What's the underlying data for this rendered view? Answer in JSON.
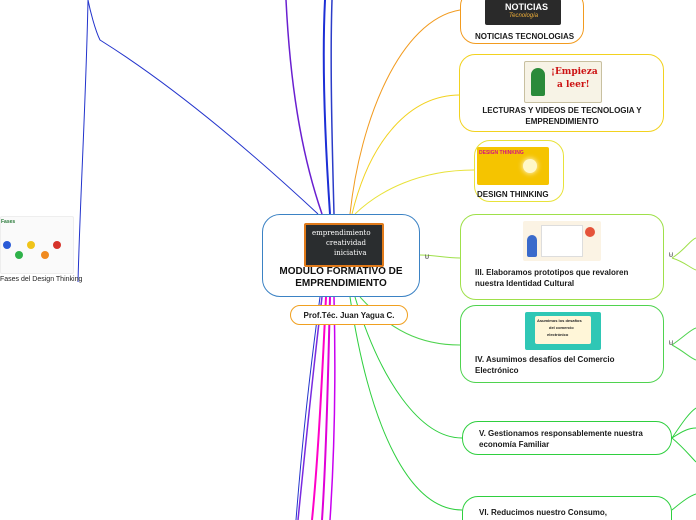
{
  "central": {
    "title": "MODULO FORMATIVO DE EMPRENDIMIENTO",
    "image_words": [
      "emprendimiento",
      "creatividad",
      "iniciativa"
    ]
  },
  "subtopic": {
    "label": "Prof.Téc. Juan Yagua C."
  },
  "topics": [
    {
      "label": "NOTICIAS TECNOLOGIAS",
      "image_words": [
        "NOTICIAS",
        "Tecnología"
      ]
    },
    {
      "label": "LECTURAS Y VIDEOS DE TECNOLOGIA Y EMPRENDIMIENTO",
      "image_words": [
        "¡Empieza",
        "a leer!"
      ]
    },
    {
      "label": "DESIGN THINKING",
      "image_words": [
        "DESIGN THINKING"
      ]
    },
    {
      "label": "III. Elaboramos prototipos que revaloren nuestra Identidad Cultural",
      "image_words": []
    },
    {
      "label": "IV. Asumimos desafíos del Comercio Electrónico",
      "image_words": [
        "Asumimos los desafíos",
        "del comercio",
        "electrónico"
      ]
    },
    {
      "label": "V. Gestionamos responsablemente nuestra economía Familiar",
      "image_words": []
    },
    {
      "label": "VI. Reducimos nuestro Consumo,",
      "image_words": []
    }
  ],
  "left_branch": {
    "label": "Fases del Design Thinking",
    "image_word": "Fases"
  },
  "fold_glyph": "⊍",
  "colors": {
    "central_border": "#3b82c4",
    "news": "#f29b1f",
    "lecturas": "#f2d21f",
    "design": "#e8e23a",
    "proto": "#9fe04a",
    "ecom": "#4fd34f",
    "eco": "#2fcf3f",
    "vi": "#2fcf3f",
    "blue_line": "#1c2fd6",
    "magenta_line": "#ff00c8"
  }
}
